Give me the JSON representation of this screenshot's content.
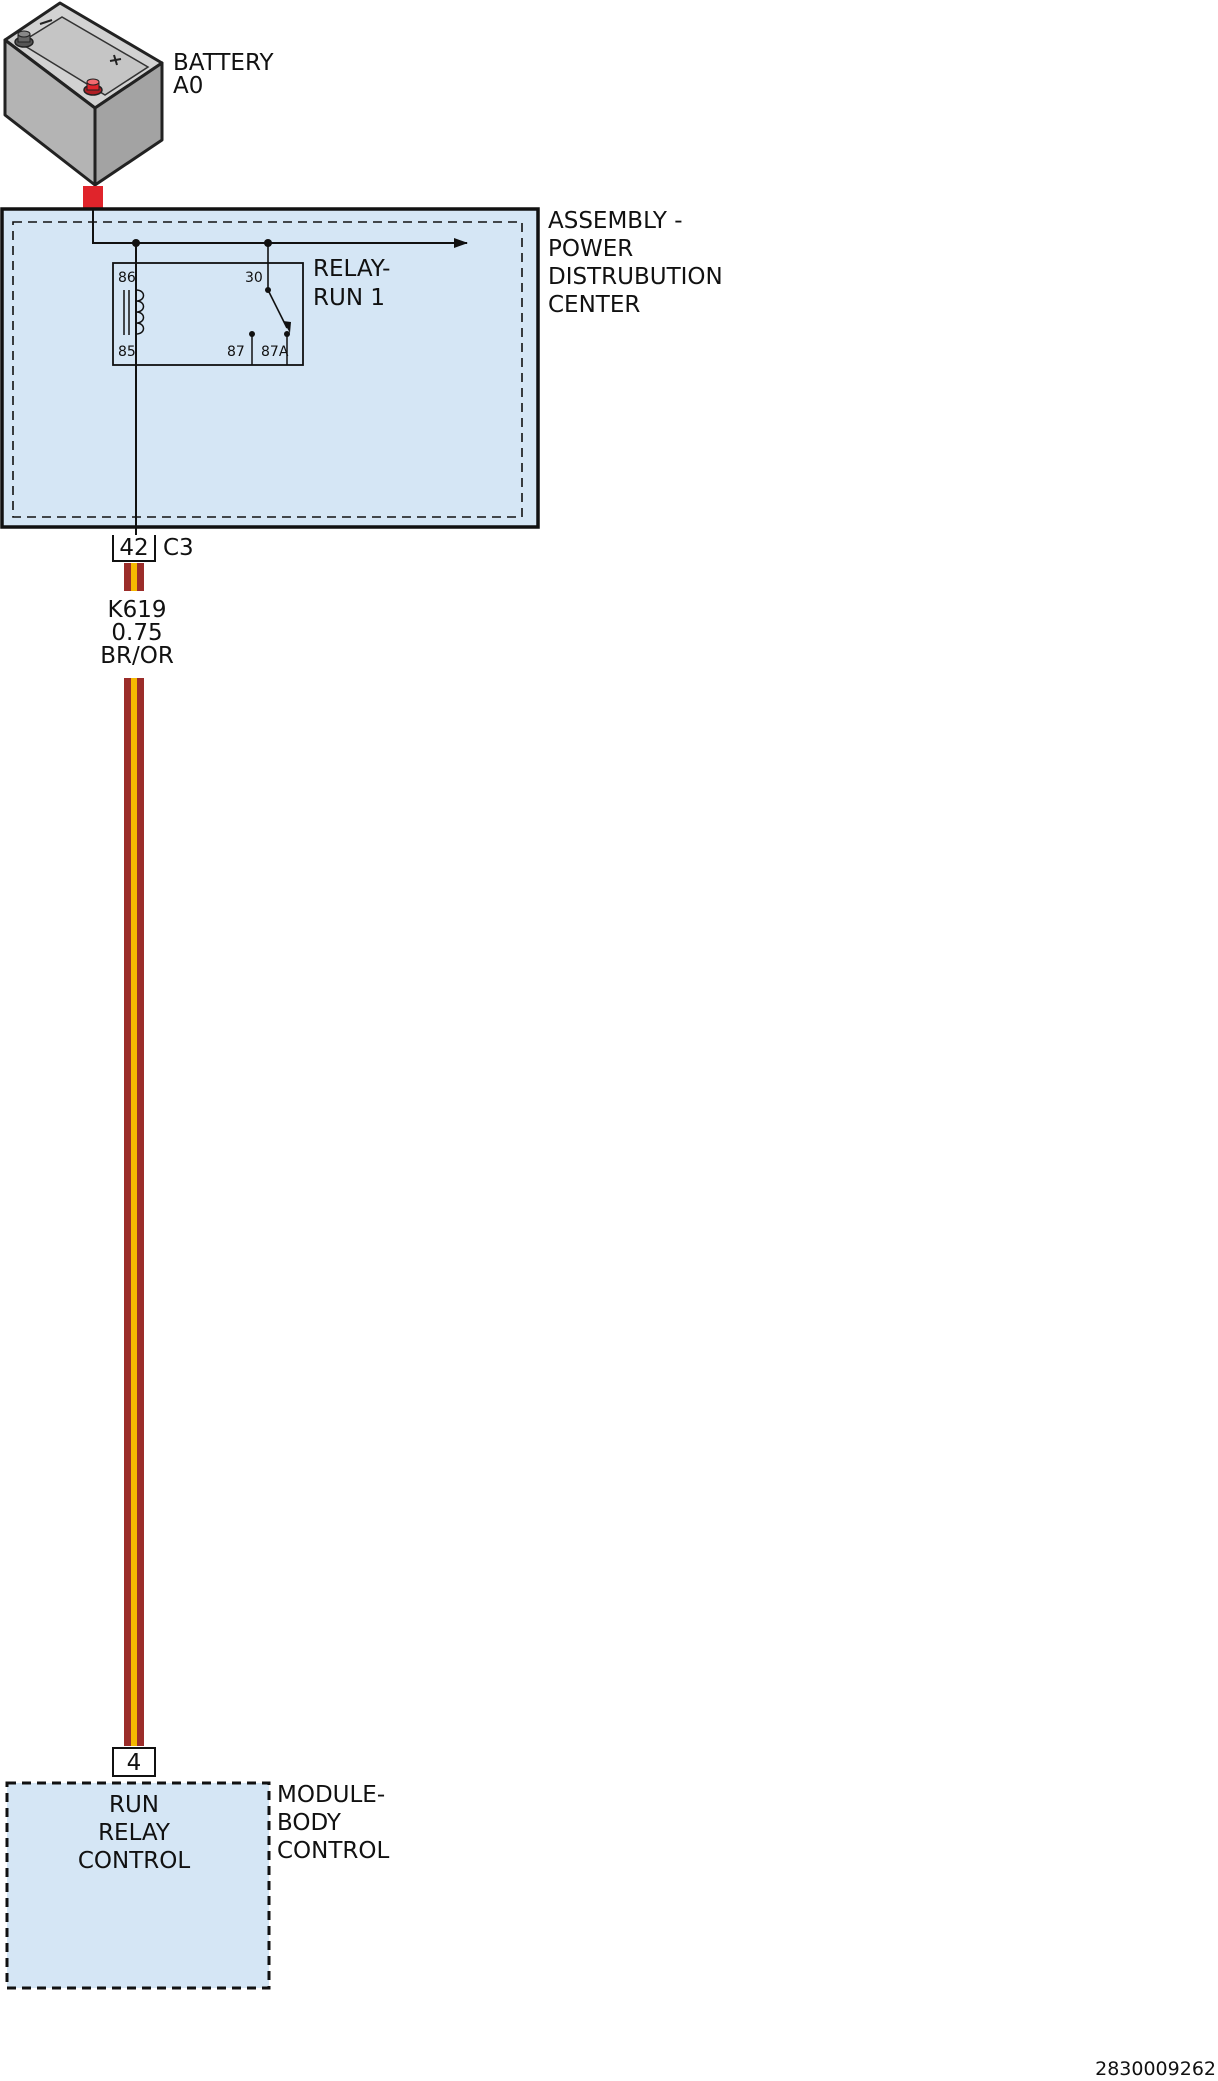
{
  "battery": {
    "name": "BATTERY",
    "ref": "A0"
  },
  "power_distribution": {
    "label_lines": [
      "ASSEMBLY -",
      "POWER",
      "DISTRUBUTION",
      "CENTER"
    ],
    "relay": {
      "label_lines": [
        "RELAY-",
        "RUN 1"
      ],
      "pins": {
        "coil_top": "86",
        "coil_bottom": "85",
        "common": "30",
        "normally_open": "87",
        "normally_closed": "87A"
      }
    },
    "connector": {
      "pin": "42",
      "name": "C3"
    }
  },
  "wire": {
    "circuit": "K619",
    "gauge": "0.75",
    "color": "BR/OR",
    "color_primary": "#9b2d2a",
    "color_stripe": "#f5b800"
  },
  "body_control_module": {
    "pin": "4",
    "function_lines": [
      "RUN",
      "RELAY",
      "CONTROL"
    ],
    "label_lines": [
      "MODULE-",
      "BODY",
      "CONTROL"
    ]
  },
  "colors": {
    "module_fill": "#d5e6f5",
    "battery_terminal": "#e0242b"
  },
  "figure_number": "2830009262"
}
